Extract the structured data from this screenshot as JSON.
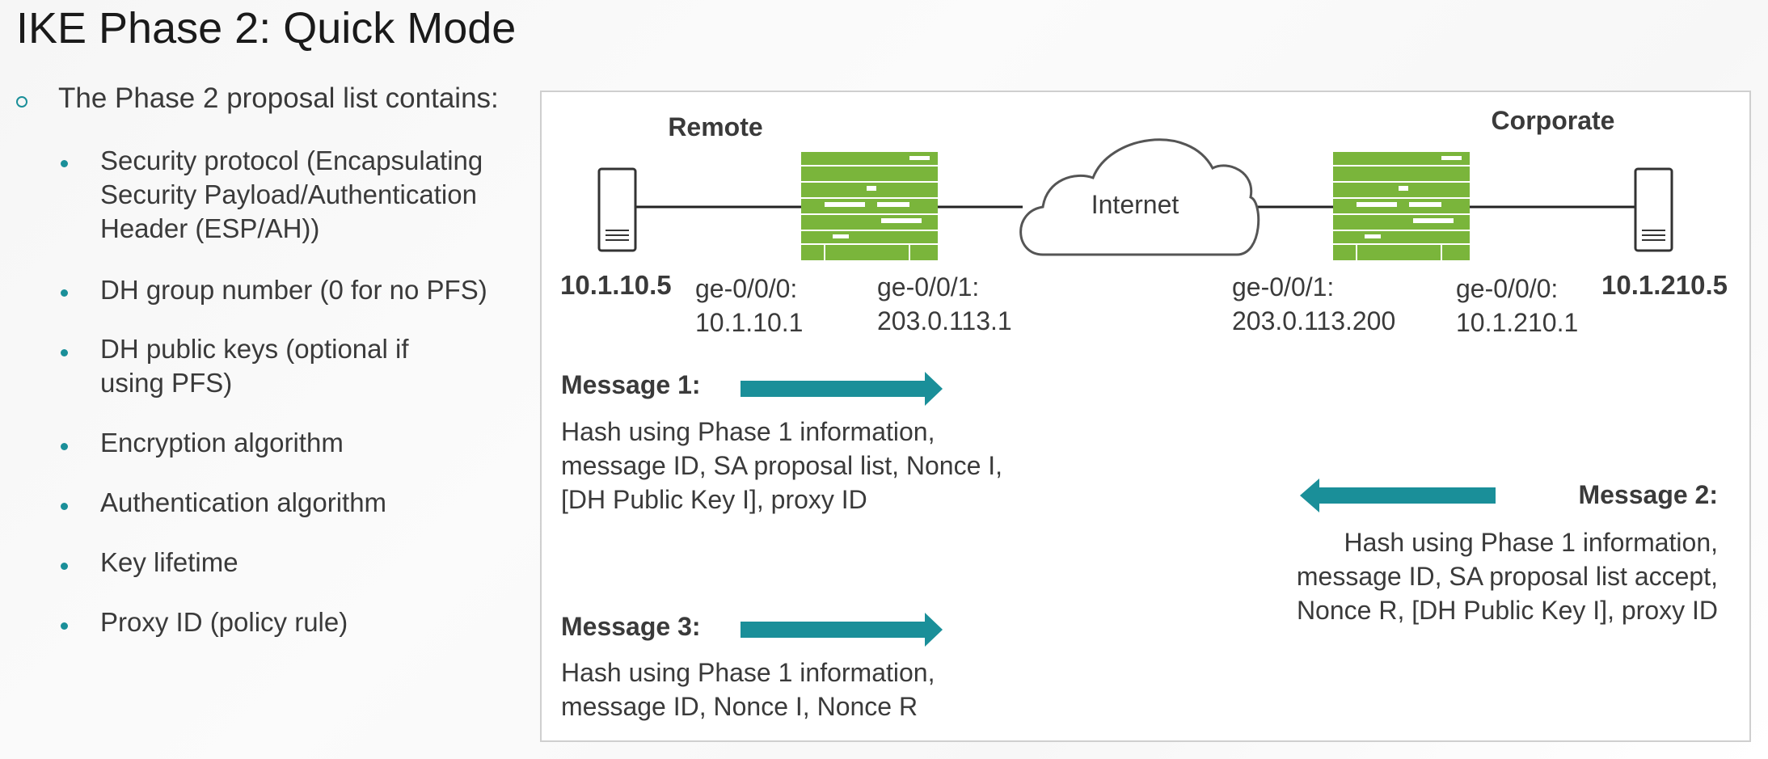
{
  "title": "IKE Phase 2: Quick Mode",
  "intro": "The Phase 2 proposal list contains:",
  "items": [
    [
      "Security protocol (Encapsulating",
      "Security Payload/Authentication",
      "Header (ESP/AH))"
    ],
    [
      "DH group number (0 for no PFS)"
    ],
    [
      "DH public keys (optional if",
      "using PFS)"
    ],
    [
      "Encryption algorithm"
    ],
    [
      "Authentication algorithm"
    ],
    [
      "Key lifetime"
    ],
    [
      "Proxy ID (policy rule)"
    ]
  ],
  "diagram": {
    "remote_label": "Remote",
    "corporate_label": "Corporate",
    "cloud_label": "Internet",
    "remote_host_ip": "10.1.10.5",
    "corporate_host_ip": "10.1.210.5",
    "remote_if0": [
      "ge-0/0/0:",
      "10.1.10.1"
    ],
    "remote_if1": [
      "ge-0/0/1:",
      "203.0.113.1"
    ],
    "corp_if1": [
      "ge-0/0/1:",
      "203.0.113.200"
    ],
    "corp_if0": [
      "ge-0/0/0:",
      "10.1.210.1"
    ],
    "message1_title": "Message 1:",
    "message1_lines": [
      "Hash using Phase 1 information,",
      "message ID, SA proposal list, Nonce I,",
      "[DH Public Key I], proxy ID"
    ],
    "message2_title": "Message 2:",
    "message2_lines": [
      "Hash using Phase 1 information,",
      "message ID, SA proposal list accept,",
      "Nonce R, [DH Public Key I], proxy ID"
    ],
    "message3_title": "Message 3:",
    "message3_lines": [
      "Hash using Phase 1 information,",
      "message ID, Nonce I, Nonce R"
    ]
  },
  "colors": {
    "accent": "#1a8f99",
    "router_green": "#7ab53b",
    "text": "#3a3a3a"
  }
}
